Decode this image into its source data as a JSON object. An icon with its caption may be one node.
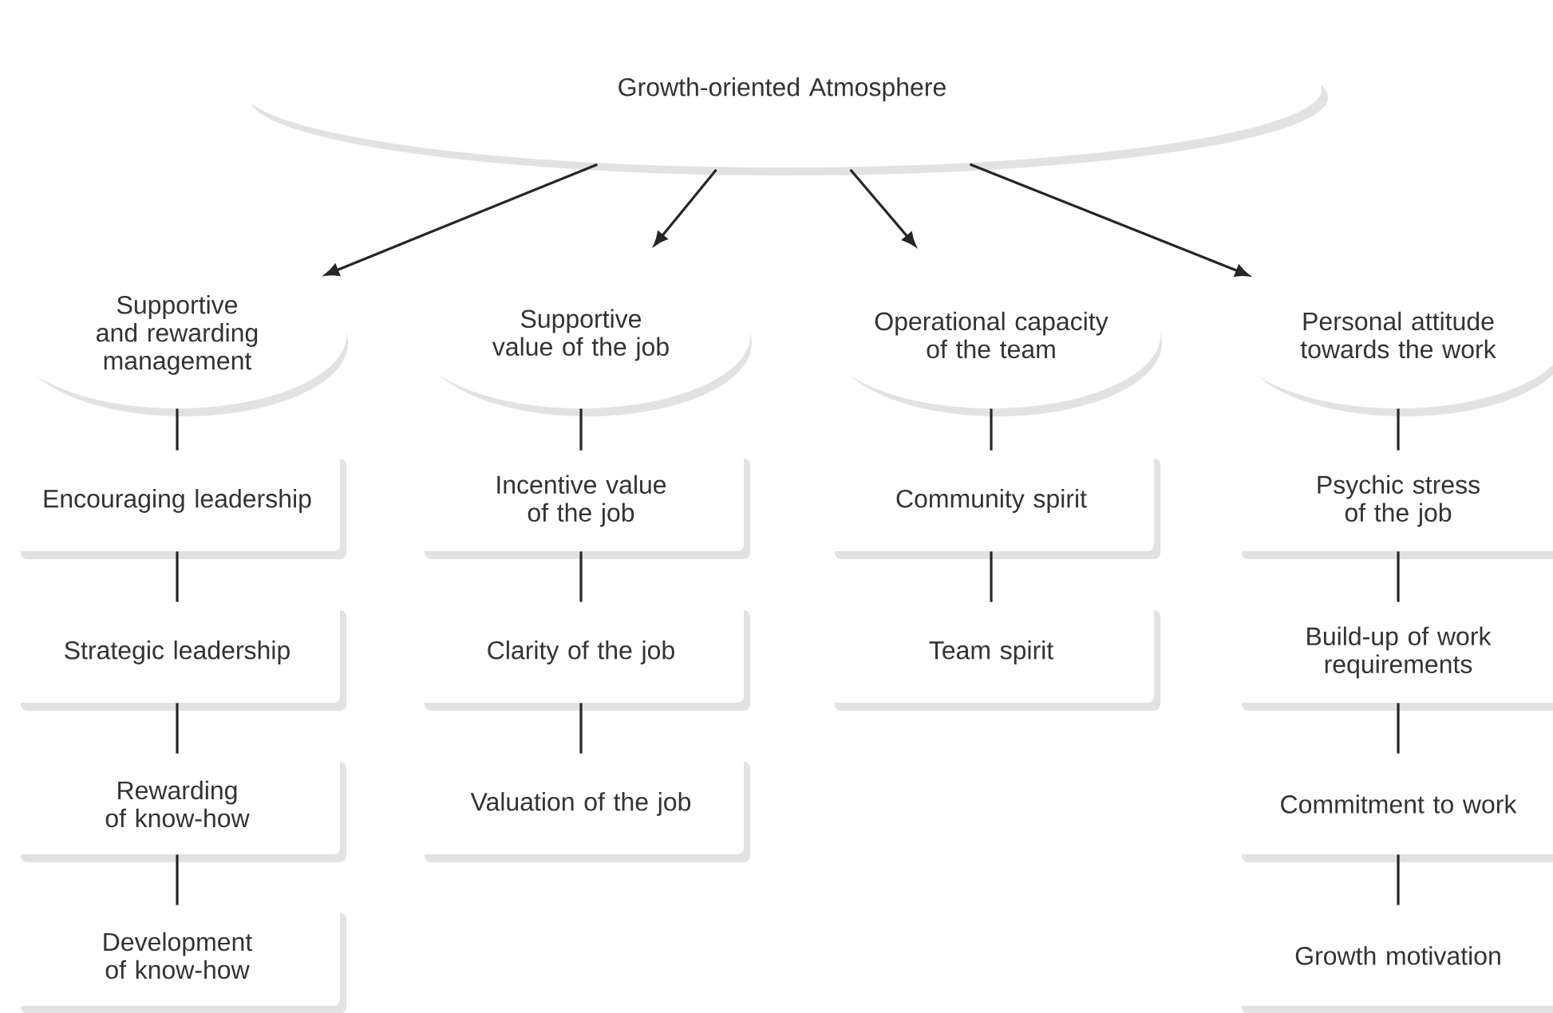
{
  "diagram": {
    "nodes": [
      {
        "text": [
          "Growth-oriented Atmosphere"
        ]
      },
      {
        "text": [
          "Supportive and rewarding management"
        ]
      },
      {
        "text": [
          "Encouraging leadership"
        ]
      },
      {
        "text": [
          "Strategic leadership"
        ]
      },
      {
        "text": [
          "Rewarding of know-how"
        ]
      },
      {
        "text": [
          "Development of know-how"
        ]
      },
      {
        "text": [
          "Supportive value of the job"
        ]
      },
      {
        "text": [
          "Incentive value of the job"
        ]
      },
      {
        "text": [
          "Clarity of the job"
        ]
      },
      {
        "text": [
          "Valuation of the job"
        ]
      },
      {
        "text": [
          "Operational capacity of the team"
        ]
      },
      {
        "text": [
          "Community spirit"
        ]
      },
      {
        "text": [
          "Team spirit"
        ]
      },
      {
        "text": [
          "Personal attitude towards the work"
        ]
      },
      {
        "text": [
          "Psychic stress of the job"
        ]
      },
      {
        "text": [
          "Build-up of work requirements"
        ]
      },
      {
        "text": [
          "Commitment to work"
        ]
      },
      {
        "text": [
          "Growth motivation"
        ]
      }
    ],
    "edges": [
      {
        "from": 0,
        "to": 1,
        "arrow": "to"
      },
      {
        "from": 0,
        "to": 6,
        "arrow": "to"
      },
      {
        "from": 0,
        "to": 10,
        "arrow": "to"
      },
      {
        "from": 0,
        "to": 13,
        "arrow": "to"
      },
      {
        "from": 1,
        "to": 2,
        "arrow": "none"
      },
      {
        "from": 2,
        "to": 3,
        "arrow": "none"
      },
      {
        "from": 3,
        "to": 4,
        "arrow": "none"
      },
      {
        "from": 4,
        "to": 5,
        "arrow": "none"
      },
      {
        "from": 6,
        "to": 7,
        "arrow": "none"
      },
      {
        "from": 7,
        "to": 8,
        "arrow": "none"
      },
      {
        "from": 8,
        "to": 9,
        "arrow": "none"
      },
      {
        "from": 10,
        "to": 11,
        "arrow": "none"
      },
      {
        "from": 11,
        "to": 12,
        "arrow": "none"
      },
      {
        "from": 13,
        "to": 14,
        "arrow": "none"
      },
      {
        "from": 14,
        "to": 15,
        "arrow": "none"
      },
      {
        "from": 15,
        "to": 16,
        "arrow": "none"
      },
      {
        "from": 16,
        "to": 17,
        "arrow": "none"
      }
    ]
  }
}
